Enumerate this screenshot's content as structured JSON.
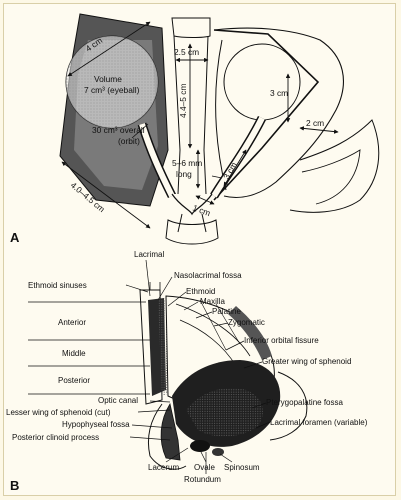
{
  "panel_a": {
    "letter": "A",
    "width_label": "4 cm",
    "volume_line1": "Volume",
    "volume_line2": "7 cm³ (eyeball)",
    "orbit_line1": "30 cm³ overall",
    "orbit_line2": "(orbit)",
    "side_label": "4.0–4.5 cm",
    "interorbital_label": "2.5 cm",
    "depth_label": "4.4–5 cm",
    "nerve_line1": "5–6 mm",
    "nerve_line2": "long",
    "right_3cm": "3 cm",
    "right_2cm": "2 cm",
    "right_3cm_diag": "3 cm",
    "right_1cm": "1 cm"
  },
  "panel_b": {
    "letter": "B",
    "labels": {
      "lacrimal": "Lacrimal",
      "nasolacrimal": "Nasolacrimal fossa",
      "ethmoid_sinuses": "Ethmoid sinuses",
      "ethmoid": "Ethmoid",
      "maxilla": "Maxilla",
      "palatine": "Palatine",
      "zygomatic": "Zygomatic",
      "anterior": "Anterior",
      "inferior_orbital": "Inferior orbital fissure",
      "middle": "Middle",
      "greater_wing": "Greater wing of sphenoid",
      "posterior": "Posterior",
      "optic_canal": "Optic canal",
      "lesser_wing": "Lesser wing of sphenoid (cut)",
      "pterygopalatine": "Pterygopalatine fossa",
      "hypophyseal": "Hypophyseal fossa",
      "lacrimal_foramen": "Lacrimal foramen (variable)",
      "posterior_clinoid": "Posterior clinoid process",
      "lacerum": "Lacerum",
      "ovale": "Ovale",
      "spinosum": "Spinosum",
      "rotundum": "Rotundum"
    }
  }
}
